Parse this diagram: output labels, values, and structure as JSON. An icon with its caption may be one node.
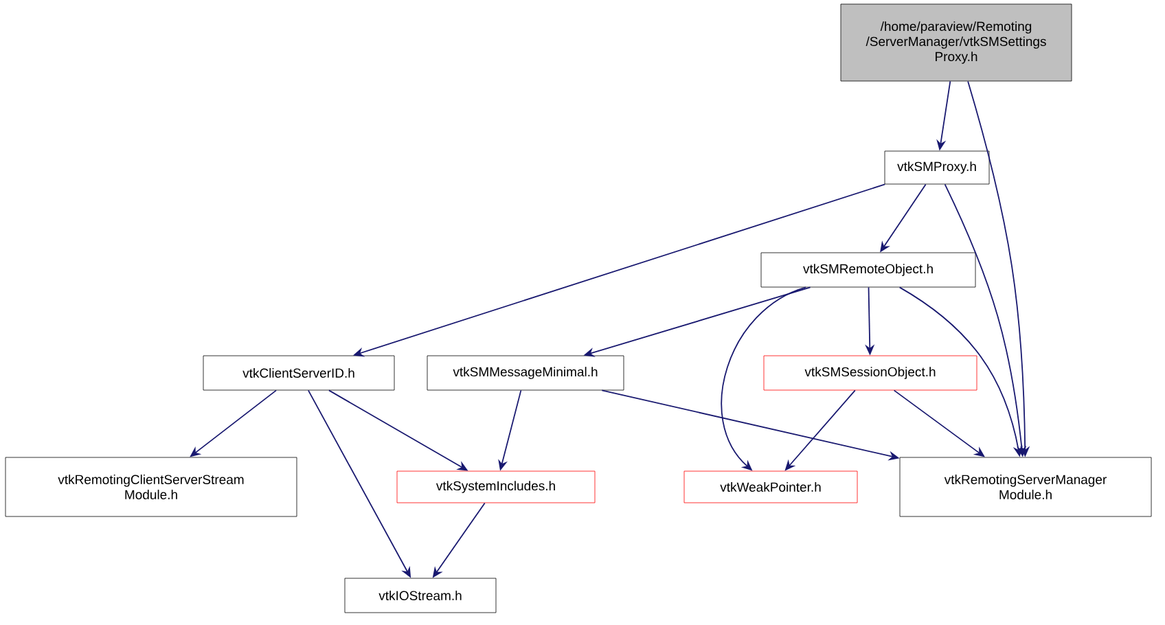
{
  "diagram": {
    "nodes": [
      {
        "text": [
          "/home/paraview/Remoting /ServerManager/vtkSMSettings Proxy.h"
        ]
      },
      {
        "text": [
          "vtkSMProxy.h"
        ]
      },
      {
        "text": [
          "vtkSMRemoteObject.h"
        ]
      },
      {
        "text": [
          "vtkClientServerID.h"
        ]
      },
      {
        "text": [
          "vtkSMMessageMinimal.h"
        ]
      },
      {
        "text": [
          "vtkSMSessionObject.h"
        ]
      },
      {
        "text": [
          "vtkRemotingClientServerStream Module.h"
        ]
      },
      {
        "text": [
          "vtkSystemIncludes.h"
        ]
      },
      {
        "text": [
          "vtkWeakPointer.h"
        ]
      },
      {
        "text": [
          "vtkRemotingServerManager Module.h"
        ]
      },
      {
        "text": [
          "vtkIOStream.h"
        ]
      }
    ],
    "edges": [
      {
        "from": 0,
        "to": 1,
        "arrow": "to"
      },
      {
        "from": 0,
        "to": 9,
        "arrow": "to"
      },
      {
        "from": 1,
        "to": 3,
        "arrow": "to"
      },
      {
        "from": 1,
        "to": 2,
        "arrow": "to"
      },
      {
        "from": 1,
        "to": 9,
        "arrow": "to"
      },
      {
        "from": 2,
        "to": 4,
        "arrow": "to"
      },
      {
        "from": 2,
        "to": 8,
        "arrow": "to"
      },
      {
        "from": 2,
        "to": 5,
        "arrow": "to"
      },
      {
        "from": 2,
        "to": 9,
        "arrow": "to"
      },
      {
        "from": 3,
        "to": 6,
        "arrow": "to"
      },
      {
        "from": 3,
        "to": 7,
        "arrow": "to"
      },
      {
        "from": 3,
        "to": 10,
        "arrow": "to"
      },
      {
        "from": 4,
        "to": 7,
        "arrow": "to"
      },
      {
        "from": 4,
        "to": 9,
        "arrow": "to"
      },
      {
        "from": 5,
        "to": 8,
        "arrow": "to"
      },
      {
        "from": 5,
        "to": 9,
        "arrow": "to"
      },
      {
        "from": 7,
        "to": 10,
        "arrow": "to"
      }
    ]
  }
}
